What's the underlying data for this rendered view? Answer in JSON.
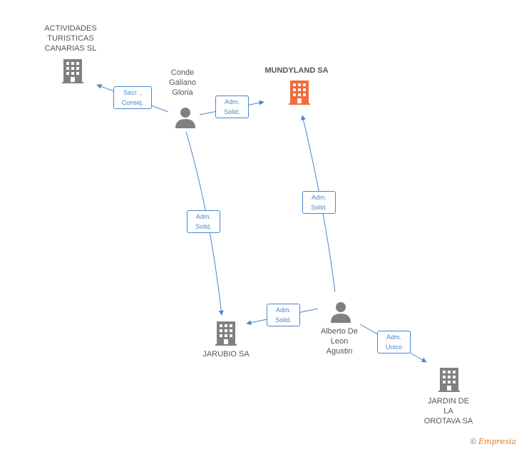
{
  "nodes": {
    "actividades": {
      "label": "ACTIVIDADES\nTURISTICAS\nCANARIAS SL",
      "type": "company"
    },
    "conde": {
      "label": "Conde\nGaliano\nGloria",
      "type": "person"
    },
    "mundyland": {
      "label": "MUNDYLAND SA",
      "type": "company",
      "highlight": true
    },
    "jarubio": {
      "label": "JARUBIO SA",
      "type": "company"
    },
    "alberto": {
      "label": "Alberto De\nLeon\nAgustin",
      "type": "person"
    },
    "jardin": {
      "label": "JARDIN DE\nLA\nOROTAVA SA",
      "type": "company"
    }
  },
  "edges": {
    "e1": {
      "label": "Secr. ,\nConsej."
    },
    "e2": {
      "label": "Adm.\nSolid."
    },
    "e3": {
      "label": "Adm.\nSolid."
    },
    "e4": {
      "label": "Adm.\nSolid."
    },
    "e5": {
      "label": "Adm.\nSolid."
    },
    "e6": {
      "label": "Adm.\nUnico"
    }
  },
  "colors": {
    "edge": "#4a86c8",
    "company": "#808080",
    "highlight": "#f26b3a",
    "person": "#808080"
  },
  "footer": {
    "copyright": "©",
    "brand": "Empresia"
  }
}
